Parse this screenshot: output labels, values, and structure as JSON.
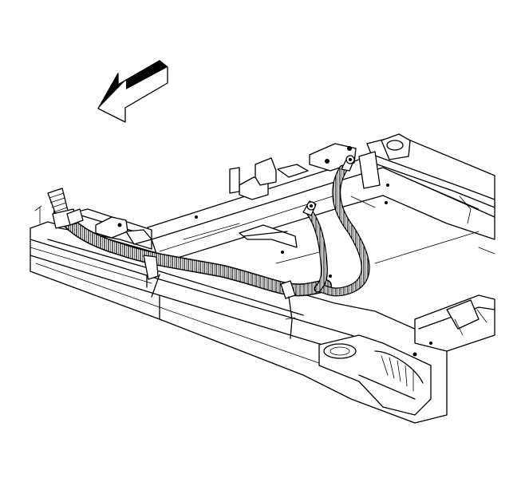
{
  "diagram": {
    "components": [
      {
        "name": "front-direction-arrow",
        "icon": "arrow-left-icon"
      },
      {
        "name": "frame-side-rail"
      },
      {
        "name": "frame-crossmember"
      },
      {
        "name": "wiring-harness-main"
      },
      {
        "name": "ground-cable"
      },
      {
        "name": "ground-terminal"
      },
      {
        "name": "harness-retainer-clip"
      },
      {
        "name": "frame-bracket"
      },
      {
        "name": "body-mount"
      }
    ],
    "colors": {
      "line": "#000000",
      "background": "#ffffff"
    }
  }
}
